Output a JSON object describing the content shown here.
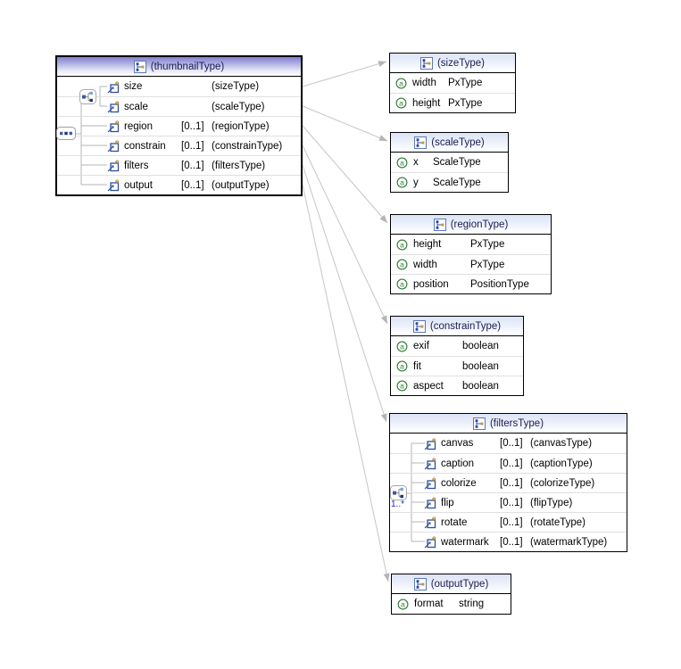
{
  "icons": {
    "complex_type": "complex-type-icon",
    "element": "element-icon",
    "attribute": "attribute-icon",
    "sequence": "sequence-icon",
    "model_group": "model-group-icon"
  },
  "colors": {
    "connector": "#c6c6c6",
    "selected_header": "#8181cf",
    "header_tint": "#dce3f5",
    "attribute_green": "#2e7d32",
    "element_navy": "#2d4f9e",
    "multiplicity_blue": "#2323cc"
  },
  "main_box": {
    "title": "(thumbnailType)",
    "rows": [
      {
        "name": "size",
        "card": "",
        "type": "(sizeType)"
      },
      {
        "name": "scale",
        "card": "",
        "type": "(scaleType)"
      },
      {
        "name": "region",
        "card": "[0..1]",
        "type": "(regionType)"
      },
      {
        "name": "constrain",
        "card": "[0..1]",
        "type": "(constrainType)"
      },
      {
        "name": "filters",
        "card": "[0..1]",
        "type": "(filtersType)"
      },
      {
        "name": "output",
        "card": "[0..1]",
        "type": "(outputType)"
      }
    ]
  },
  "type_boxes": [
    {
      "title": "(sizeType)",
      "attrs": [
        {
          "name": "width",
          "type": "PxType"
        },
        {
          "name": "height",
          "type": "PxType"
        }
      ]
    },
    {
      "title": "(scaleType)",
      "attrs": [
        {
          "name": "x",
          "type": "ScaleType"
        },
        {
          "name": "y",
          "type": "ScaleType"
        }
      ]
    },
    {
      "title": "(regionType)",
      "attrs": [
        {
          "name": "height",
          "type": "PxType"
        },
        {
          "name": "width",
          "type": "PxType"
        },
        {
          "name": "position",
          "type": "PositionType"
        }
      ]
    },
    {
      "title": "(constrainType)",
      "attrs": [
        {
          "name": "exif",
          "type": "boolean"
        },
        {
          "name": "fit",
          "type": "boolean"
        },
        {
          "name": "aspect",
          "type": "boolean"
        }
      ]
    },
    {
      "title": "(filtersType)",
      "multiplicity": "1..*",
      "elements": [
        {
          "name": "canvas",
          "card": "[0..1]",
          "type": "(canvasType)"
        },
        {
          "name": "caption",
          "card": "[0..1]",
          "type": "(captionType)"
        },
        {
          "name": "colorize",
          "card": "[0..1]",
          "type": "(colorizeType)"
        },
        {
          "name": "flip",
          "card": "[0..1]",
          "type": "(flipType)"
        },
        {
          "name": "rotate",
          "card": "[0..1]",
          "type": "(rotateType)"
        },
        {
          "name": "watermark",
          "card": "[0..1]",
          "type": "(watermarkType)"
        }
      ]
    },
    {
      "title": "(outputType)",
      "attrs": [
        {
          "name": "format",
          "type": "string"
        }
      ]
    }
  ]
}
